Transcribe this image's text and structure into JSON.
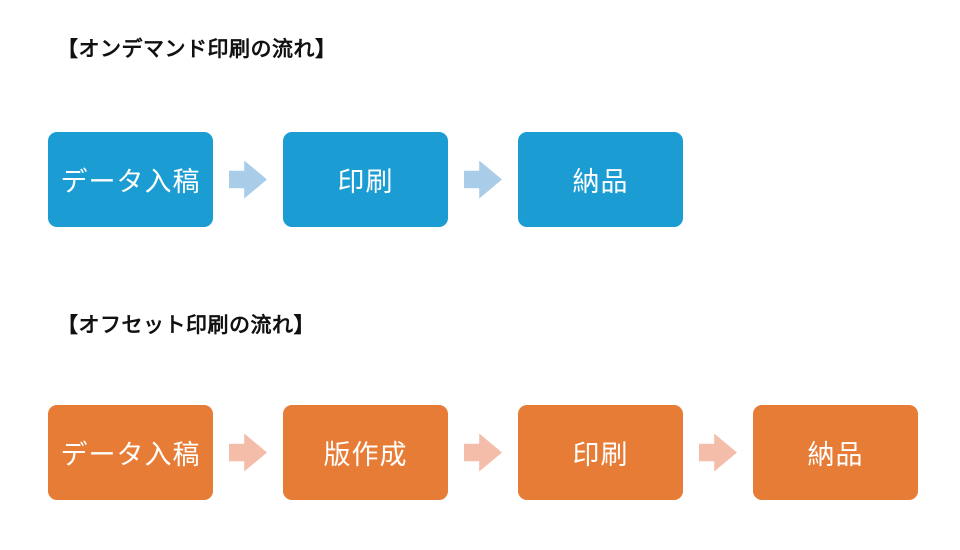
{
  "page": {
    "background": "#ffffff",
    "title_color": "#111111",
    "box_text_color": "#ffffff"
  },
  "flows": [
    {
      "title": "【オンデマンド印刷の流れ】",
      "box_color": "#1b9cd3",
      "arrow_color": "#a9cce9",
      "steps": [
        "データ入稿",
        "印刷",
        "納品"
      ]
    },
    {
      "title": "【オフセット印刷の流れ】",
      "box_color": "#e77c36",
      "arrow_color": "#f3bda9",
      "steps": [
        "データ入稿",
        "版作成",
        "印刷",
        "納品"
      ]
    }
  ]
}
